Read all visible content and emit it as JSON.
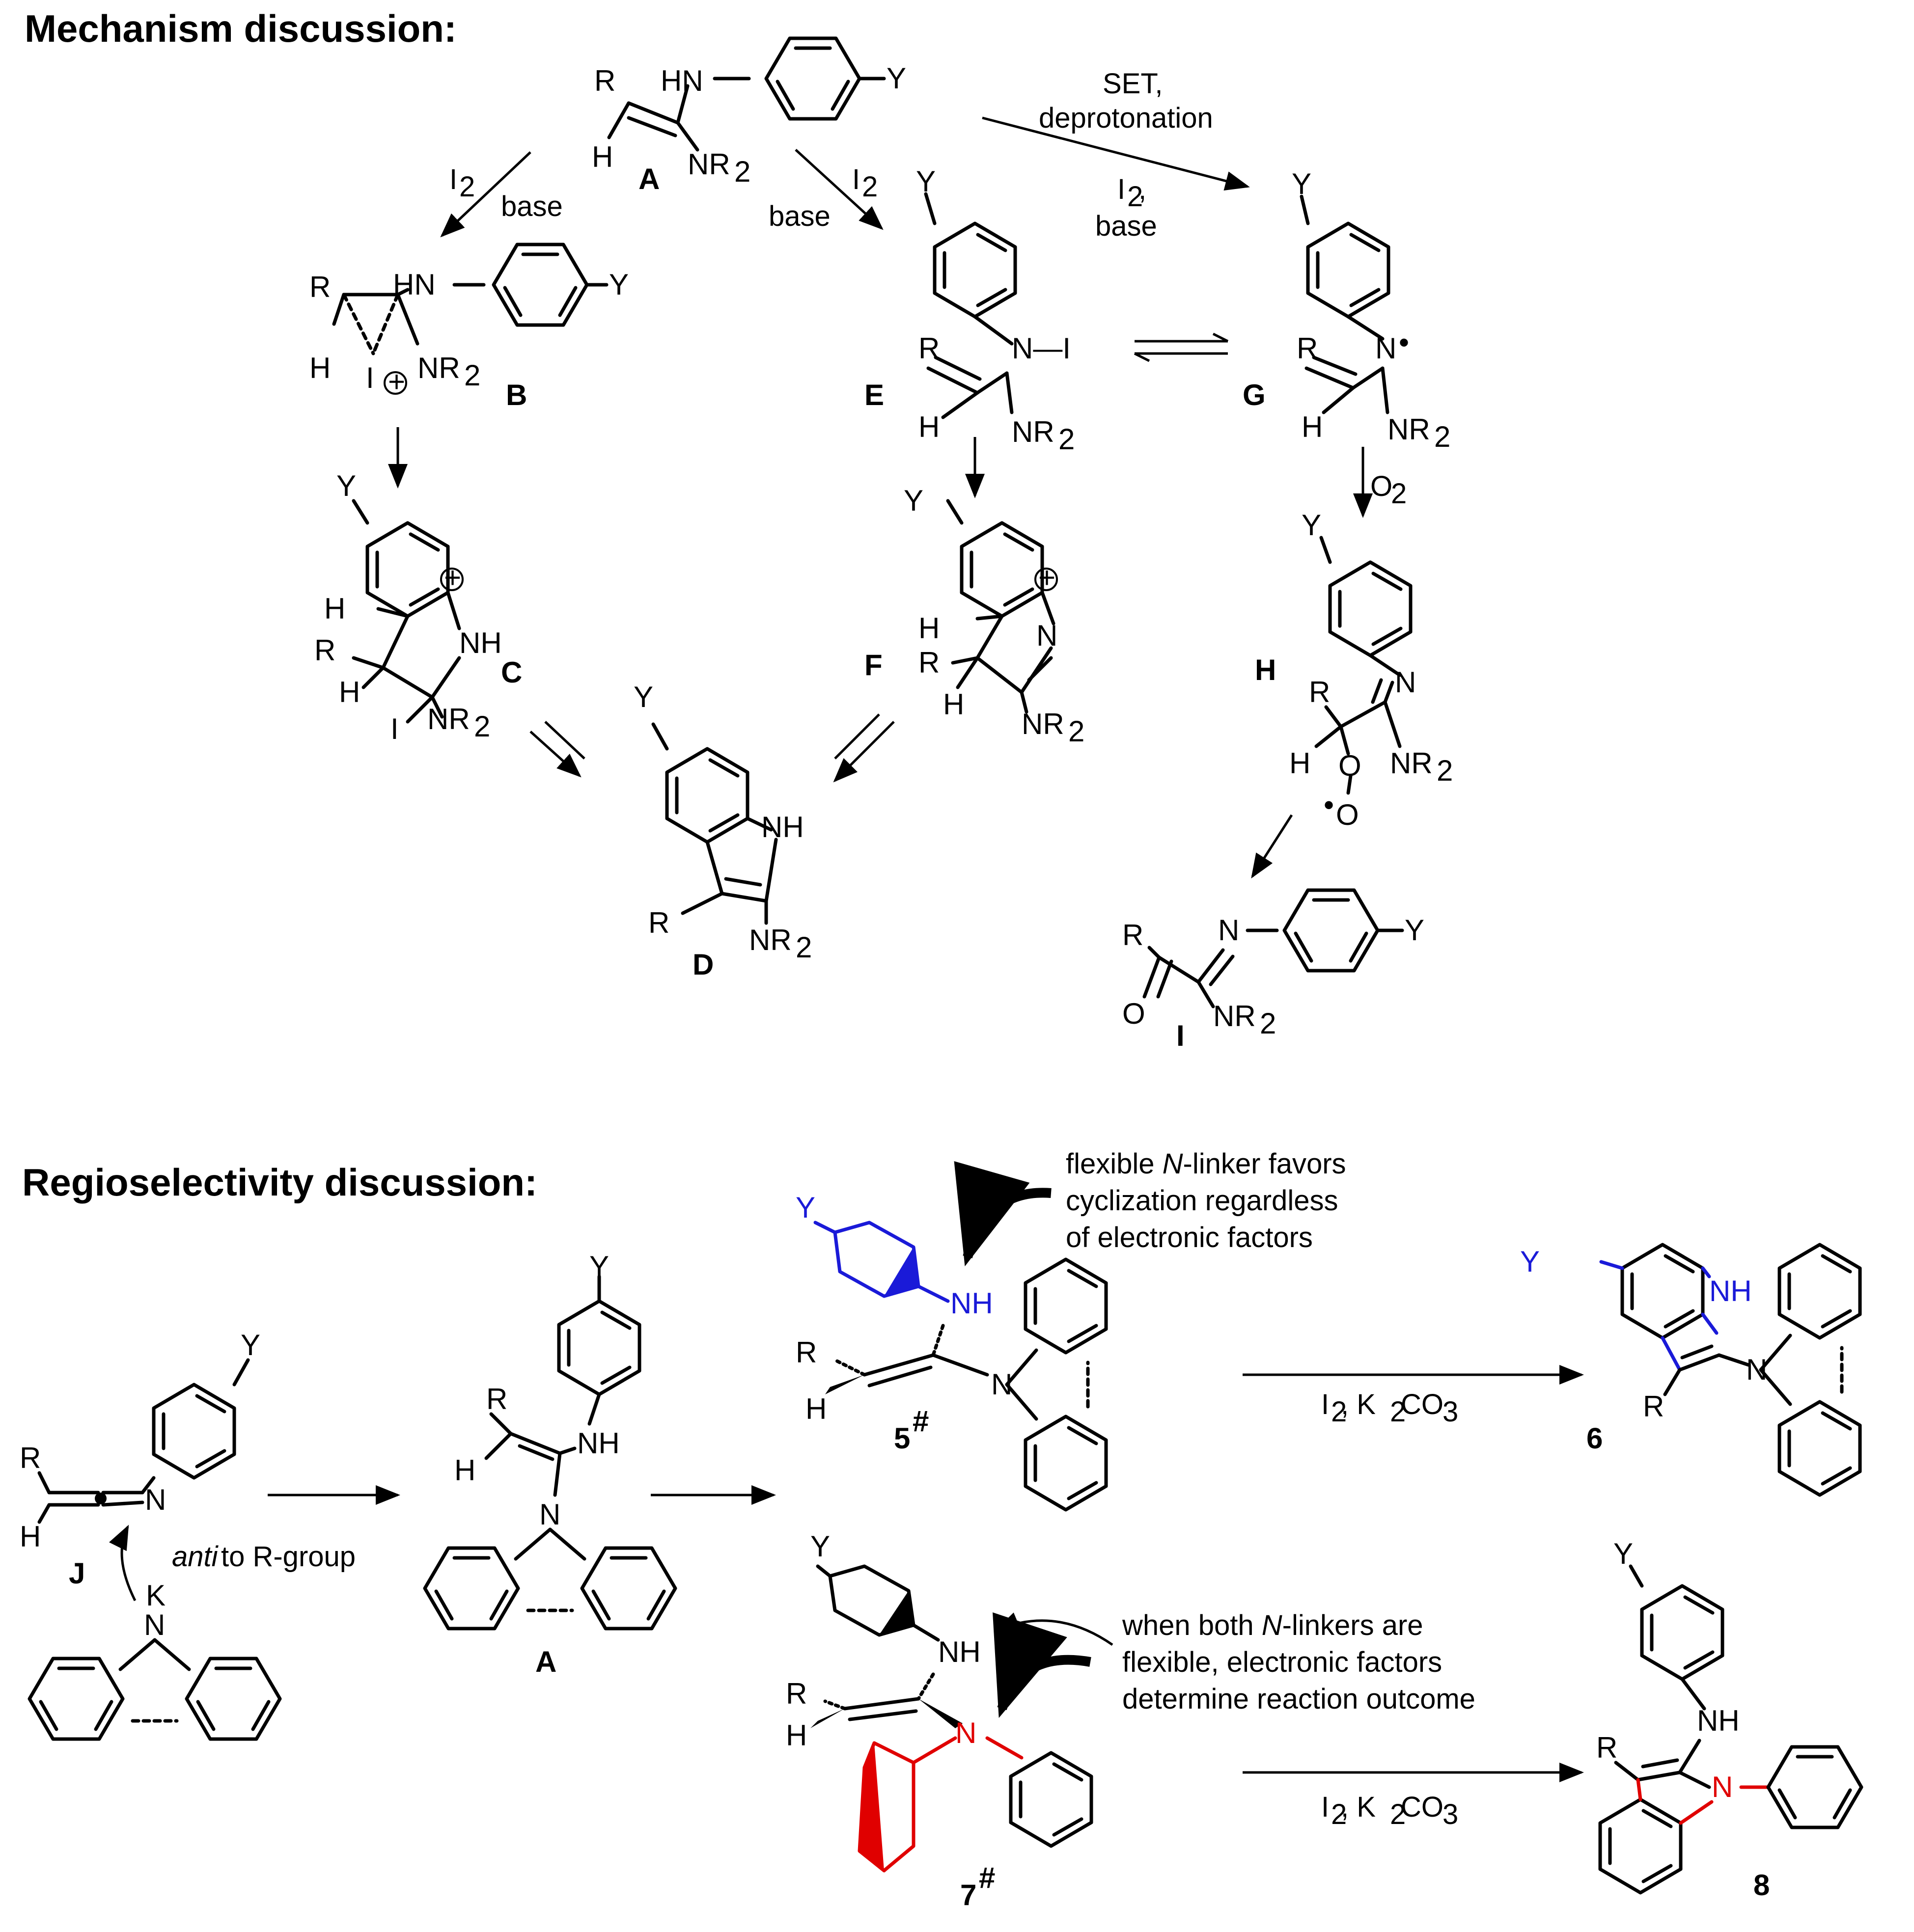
{
  "headings": {
    "mechanism": "Mechanism discussion:",
    "regio": "Regioselectivity discussion:"
  },
  "compound_labels": {
    "A": "A",
    "B": "B",
    "C": "C",
    "D": "D",
    "E": "E",
    "F": "F",
    "G": "G",
    "H": "H",
    "I": "I",
    "J": "J",
    "A2": "A",
    "c5": "5",
    "c6": "6",
    "c7": "7",
    "c8": "8",
    "hash": "#"
  },
  "atoms": {
    "R": "R",
    "H": "H",
    "Y": "Y",
    "HN": "HN",
    "NH": "NH",
    "N": "N",
    "NR": "NR",
    "sub2": "2",
    "I": "I",
    "O": "O",
    "K": "K",
    "plus": "+",
    "dot": "•",
    "NI": "N—I"
  },
  "conditions": {
    "i2": "I",
    "base": "base",
    "set": "SET,",
    "deprot": "deprotonation",
    "i2comma": ",",
    "o2": "O",
    "k2co3_pre": ", K",
    "k2co3_co": "CO",
    "k2co3_3": "3"
  },
  "notes": {
    "flexible_1a": "flexible ",
    "flexible_1b": "N",
    "flexible_1c": "-linker favors",
    "flexible_2": "cyclization regardless",
    "flexible_3": "of electronic factors",
    "anti_1": "anti",
    "anti_2": " to R-group",
    "both_1": "when   both   ",
    "both_1b": "N",
    "both_1c": "-linkers   are",
    "both_2": "flexible,   electronic   factors",
    "both_3": "determine reaction outcome"
  }
}
